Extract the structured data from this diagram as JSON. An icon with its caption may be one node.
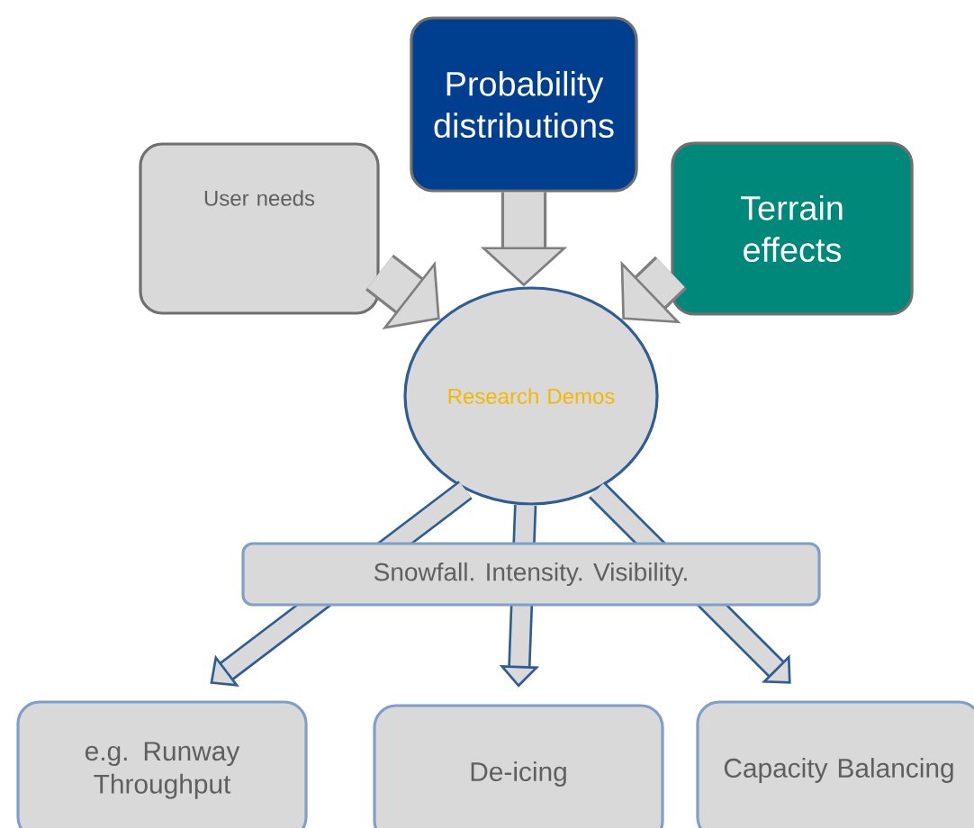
{
  "diagram": {
    "nodes": [
      {
        "text": [
          "Probability distributions"
        ]
      },
      {
        "text": [
          "User needs"
        ]
      },
      {
        "text": [
          "Terrain effects"
        ]
      },
      {
        "text": [
          "Research Demos"
        ]
      },
      {
        "text": [
          "e.g. Runway Throughput"
        ]
      },
      {
        "text": [
          "De-icing"
        ]
      },
      {
        "text": [
          "Capacity Balancing"
        ]
      }
    ],
    "edges": [
      {
        "from": 1,
        "to": 3,
        "arrow": "to",
        "style": "thick"
      },
      {
        "from": 0,
        "to": 3,
        "arrow": "to",
        "style": "thick"
      },
      {
        "from": 2,
        "to": 3,
        "arrow": "to",
        "style": "thick"
      },
      {
        "from": 3,
        "to": 4,
        "arrow": "to",
        "color": "#2e5d94"
      },
      {
        "from": 3,
        "to": 5,
        "arrow": "to",
        "color": "#2e5d94"
      },
      {
        "from": 3,
        "to": 6,
        "arrow": "to",
        "color": "#2e5d94"
      }
    ],
    "labels": [
      "Snowfall. Intensity. Visibility."
    ]
  }
}
